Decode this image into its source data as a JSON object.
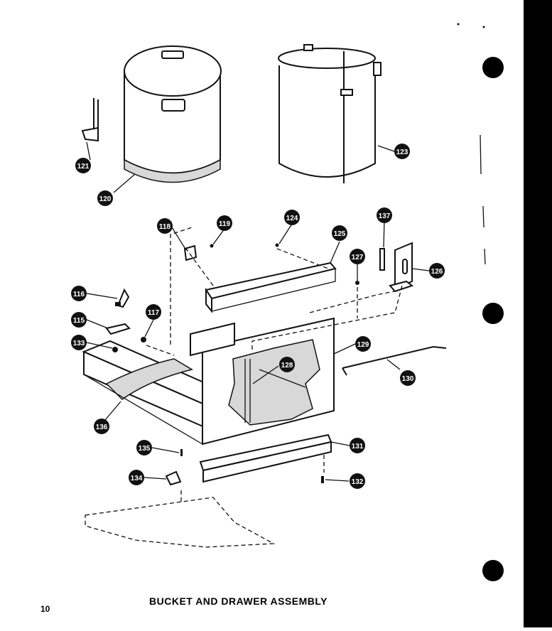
{
  "caption": "BUCKET AND DRAWER ASSEMBLY",
  "page_number": "10",
  "callouts": [
    "121",
    "120",
    "123",
    "118",
    "119",
    "124",
    "125",
    "137",
    "127",
    "126",
    "116",
    "117",
    "115",
    "133",
    "129",
    "128",
    "130",
    "136",
    "135",
    "131",
    "134",
    "132"
  ]
}
